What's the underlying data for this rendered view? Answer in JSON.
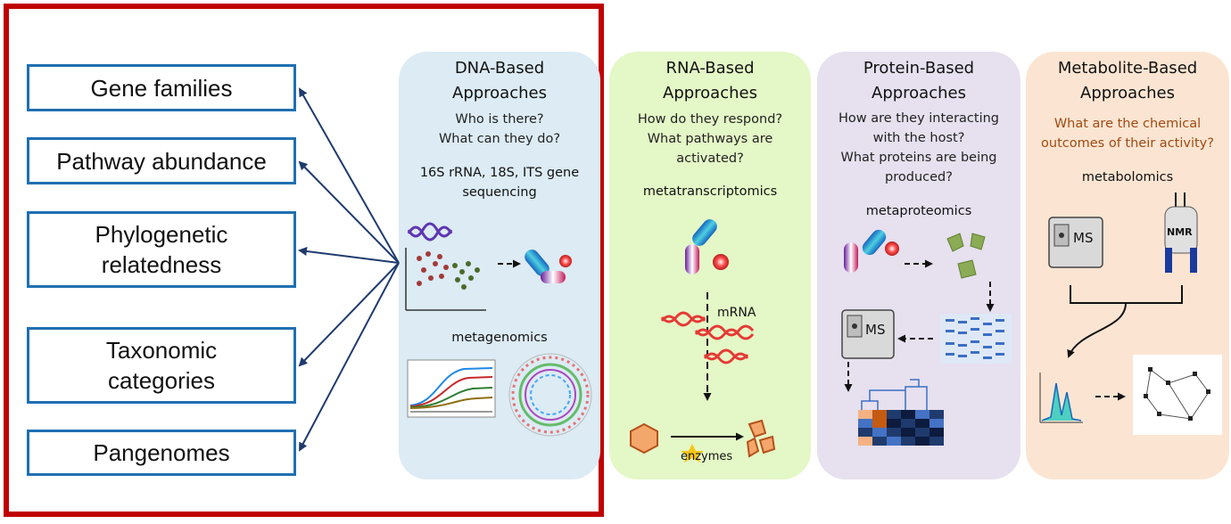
{
  "outputs": [
    "Gene families",
    "Pathway abundance",
    "Phylogenetic\nrelatedness",
    "Taxonomic\ncategories",
    "Pangenomes"
  ],
  "panels": {
    "dna": {
      "title": "DNA-Based\nApproaches",
      "question": "Who is there?\nWhat can they do?",
      "method": "16S rRNA, 18S, ITS gene\nsequencing",
      "method2": "metagenomics",
      "color": "#dcebf4"
    },
    "rna": {
      "title": "RNA-Based\nApproaches",
      "question": "How do they respond?\nWhat pathways are\nactivated?",
      "method": "metatranscriptomics",
      "mrna_label": "mRNA",
      "enzymes_label": "enzymes",
      "color": "#e4f7c6"
    },
    "protein": {
      "title": "Protein-Based\nApproaches",
      "question": "How are they interacting\nwith the host?\nWhat proteins are being\nproduced?",
      "method": "metaproteomics",
      "ms_label": "MS",
      "color": "#e6e0ef"
    },
    "metabolite": {
      "title": "Metabolite-Based\nApproaches",
      "question": "What are the chemical\noutcomes of their activity?",
      "method": "metabolomics",
      "ms_label": "MS",
      "nmr_label": "NMR",
      "color": "#fbe5d2"
    }
  },
  "colors": {
    "frame": "#c00000",
    "box_border": "#1f6fb2",
    "arrow": "#1f3b6e"
  }
}
